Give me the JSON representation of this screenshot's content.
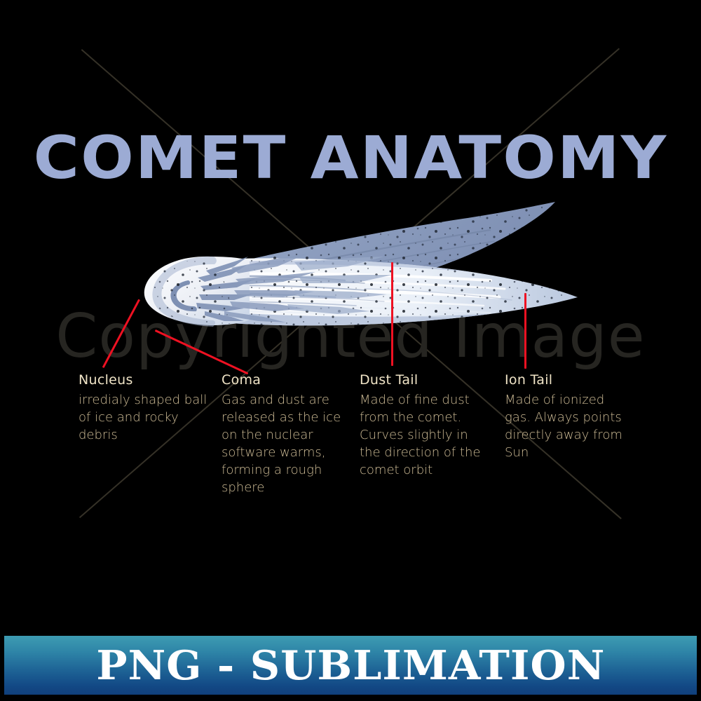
{
  "title": "COMET ANATOMY",
  "watermark": {
    "text": "Copyrighted Image",
    "diagonal_line_color": "#4a4436",
    "text_color": "#262521"
  },
  "colors": {
    "background": "#000000",
    "title_text": "#9cabd4",
    "label_heading": "#efe3c6",
    "label_body": "#cdbb95",
    "pointer_line": "#ee1122",
    "comet_core_light": "#f3f5f8",
    "comet_mid_blue": "#c7d3e6",
    "comet_dust_tail": "#8d9ec0",
    "comet_shadow": "#7b8cae",
    "banner_gradient_top": "#3d9cb2",
    "banner_gradient_bottom": "#103f7b",
    "banner_text": "#ffffff"
  },
  "labels": [
    {
      "id": "nucleus",
      "heading": "Nucleus",
      "body": "irredialy shaped ball of ice and rocky debris"
    },
    {
      "id": "coma",
      "heading": "Coma",
      "body": "Gas and dust are released as the ice on the nuclear software warms, forming a rough sphere"
    },
    {
      "id": "dust-tail",
      "heading": "Dust Tail",
      "body": "Made of fine dust from the comet. Curves slightly in the direction of the comet orbit"
    },
    {
      "id": "ion-tail",
      "heading": "Ion Tail",
      "body": "Made of ionized gas. Always points directly away from Sun"
    }
  ],
  "banner": {
    "text": "PNG - SUBLIMATION"
  },
  "diagram": {
    "type": "labeled-illustration",
    "subject": "comet",
    "parts": [
      "Nucleus",
      "Coma",
      "Dust Tail",
      "Ion Tail"
    ],
    "pointer_count": 4
  }
}
